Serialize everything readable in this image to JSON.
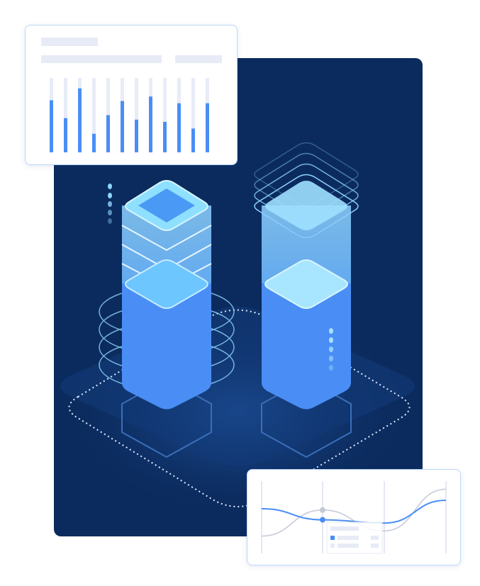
{
  "colors": {
    "panel": "#0b2b5e",
    "accent": "#4a8ef5",
    "light_cap": "#7fd0ff",
    "track": "#e8ecf7",
    "grey_line": "#c3c8d6"
  },
  "bar_card": {
    "bar_fill_fractions": [
      0.7,
      0.46,
      0.86,
      0.25,
      0.5,
      0.69,
      0.44,
      0.75,
      0.41,
      0.66,
      0.32,
      0.66
    ]
  },
  "line_card": {
    "blue_series": [
      0.62,
      0.45,
      0.4,
      0.75
    ],
    "grey_series": [
      0.2,
      0.6,
      0.28,
      0.92
    ]
  }
}
